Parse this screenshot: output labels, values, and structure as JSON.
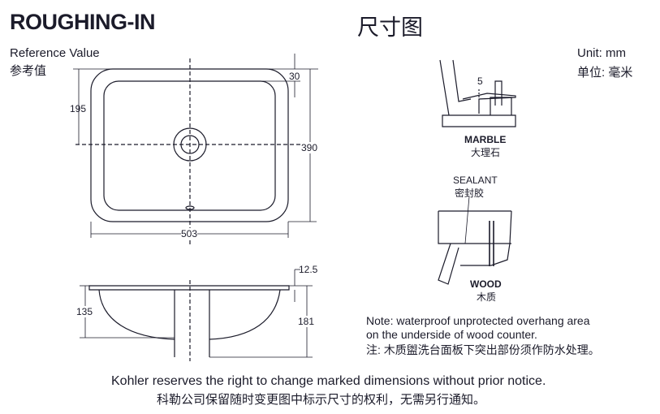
{
  "title_en": "ROUGHING-IN",
  "title_cn": "尺寸图",
  "reference_en": "Reference Value",
  "reference_cn": "参考值",
  "unit_en": "Unit: mm",
  "unit_cn": "单位: 毫米",
  "dims": {
    "d195": "195",
    "d30": "30",
    "d390": "390",
    "d503": "503",
    "d12_5": "12.5",
    "d135": "135",
    "d181": "181",
    "d5": "5"
  },
  "marble_en": "MARBLE",
  "marble_cn": "大理石",
  "sealant_en": "SEALANT",
  "sealant_cn": "密封胶",
  "wood_en": "WOOD",
  "wood_cn": "木质",
  "note_en_1": "Note: waterproof unprotected overhang area",
  "note_en_2": "on the underside of wood counter.",
  "note_cn": "注:  木质盥洗台面板下突出部份须作防水处理。",
  "footer_en": "Kohler reserves the right to change marked dimensions without prior notice.",
  "footer_cn": "科勒公司保留随时变更图中标示尺寸的权利，无需另行通知。"
}
